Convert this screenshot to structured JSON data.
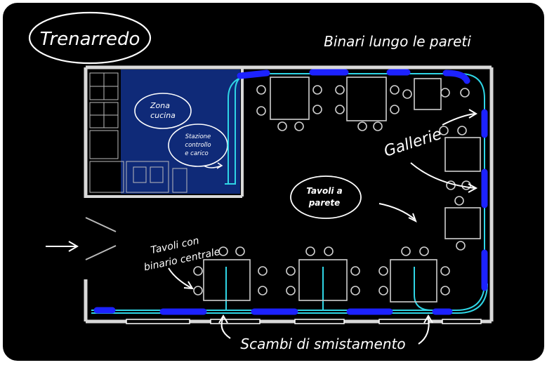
{
  "title": "Trenarredo",
  "labels": {
    "wall_rails": "Binari lungo le pareti",
    "tunnels": "Gallerie",
    "wall_tables_line1": "Tavoli a",
    "wall_tables_line2": "parete",
    "central_tables_line1": "Tavoli con",
    "central_tables_line2": "binario centrale",
    "switches": "Scambi di smistamento",
    "kitchen_line1": "Zona",
    "kitchen_line2": "cucina",
    "station_line1": "Stazione",
    "station_line2": "controllo",
    "station_line3": "e carico"
  },
  "icons": {
    "entrance": "arrow-right-icon"
  },
  "colors": {
    "background": "#000000",
    "frame": "#ffffff",
    "wall": "#d9d9d9",
    "kitchen": "#0f2a78",
    "rail": "#2fd6e6",
    "tunnel": "#1c22ff",
    "chalk": "#ffffff"
  }
}
